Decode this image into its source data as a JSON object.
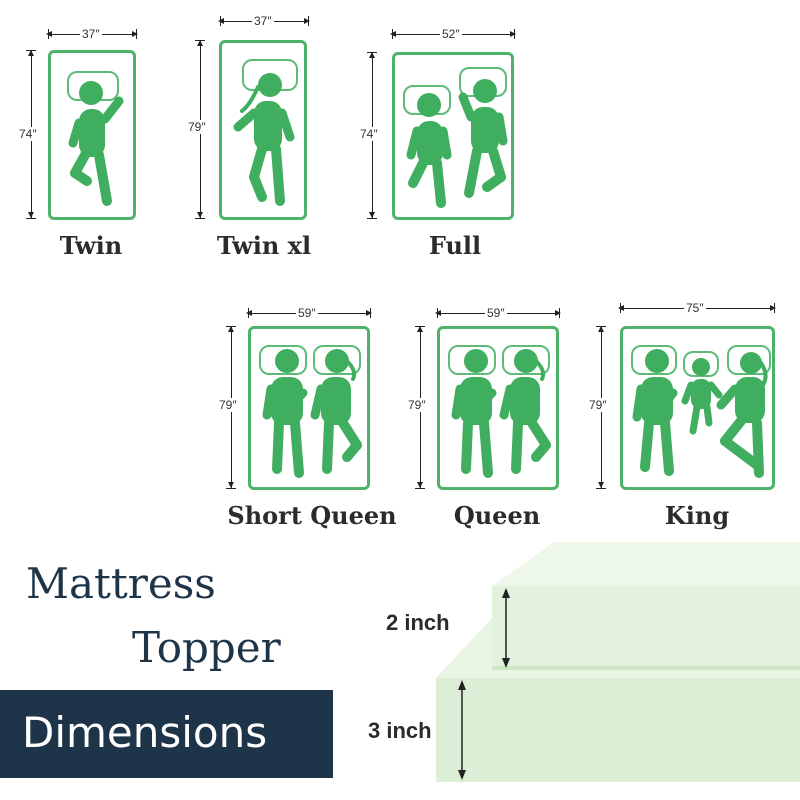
{
  "sizes": [
    {
      "name": "Twin",
      "width": "37″",
      "length": "74″",
      "icon": "single-sleeper-icon"
    },
    {
      "name": "Twin xl",
      "width": "37″",
      "length": "79″",
      "icon": "single-sleeper-woman-icon"
    },
    {
      "name": "Full",
      "width": "52″",
      "length": "74″",
      "icon": "two-sleepers-icon"
    },
    {
      "name": "Short Queen",
      "width": "59″",
      "length": "79″",
      "icon": "couple-sleepers-icon"
    },
    {
      "name": "Queen",
      "width": "59″",
      "length": "79″",
      "icon": "couple-sleepers-icon"
    },
    {
      "name": "King",
      "width": "75″",
      "length": "79″",
      "icon": "family-sleepers-icon"
    }
  ],
  "headline": {
    "line1": "Mattress",
    "line2": "Topper",
    "banner": "Dimensions"
  },
  "thickness": {
    "top": "2 inch",
    "bottom": "3 inch"
  },
  "colors": {
    "mattress_green": "#4cb368",
    "figure_green": "#3fae5e",
    "navy": "#1e3549",
    "foam_green": "#dcefd6"
  }
}
